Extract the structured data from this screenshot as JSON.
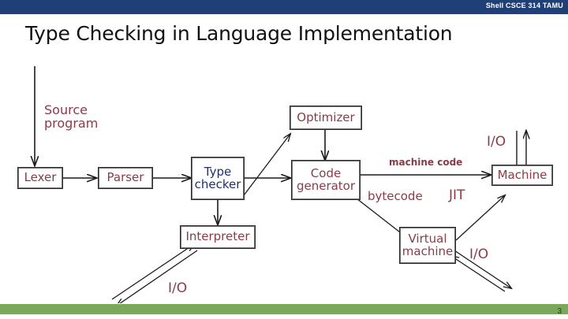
{
  "header": {
    "course_label": "Shell CSCE 314 TAMU",
    "bar_color": "#1f3f77"
  },
  "slide": {
    "title": "Type Checking in Language Implementation",
    "page_number": "3",
    "footer_color": "#7aa95c"
  },
  "diagram": {
    "type": "flowchart",
    "accent_color": "#8a3b47",
    "highlight_color": "#20306e",
    "nodes": [
      {
        "id": "lexer",
        "label": "Lexer",
        "color": "#8a3b47"
      },
      {
        "id": "parser",
        "label": "Parser",
        "color": "#8a3b47"
      },
      {
        "id": "typechecker",
        "label": "Type\nchecker",
        "color": "#20306e"
      },
      {
        "id": "codegen",
        "label": "Code\ngenerator",
        "color": "#8a3b47"
      },
      {
        "id": "optimizer",
        "label": "Optimizer",
        "color": "#8a3b47"
      },
      {
        "id": "interpreter",
        "label": "Interpreter",
        "color": "#8a3b47"
      },
      {
        "id": "machine",
        "label": "Machine",
        "color": "#8a3b47"
      },
      {
        "id": "vm",
        "label": "Virtual\nmachine",
        "color": "#8a3b47"
      }
    ],
    "labels": [
      {
        "id": "source",
        "text": "Source\nprogram"
      },
      {
        "id": "machinecode",
        "text": "machine code"
      },
      {
        "id": "bytecode",
        "text": "bytecode"
      },
      {
        "id": "jit",
        "text": "JIT"
      },
      {
        "id": "io-interp",
        "text": "I/O"
      },
      {
        "id": "io-machine",
        "text": "I/O"
      },
      {
        "id": "io-vm",
        "text": "I/O"
      }
    ]
  }
}
